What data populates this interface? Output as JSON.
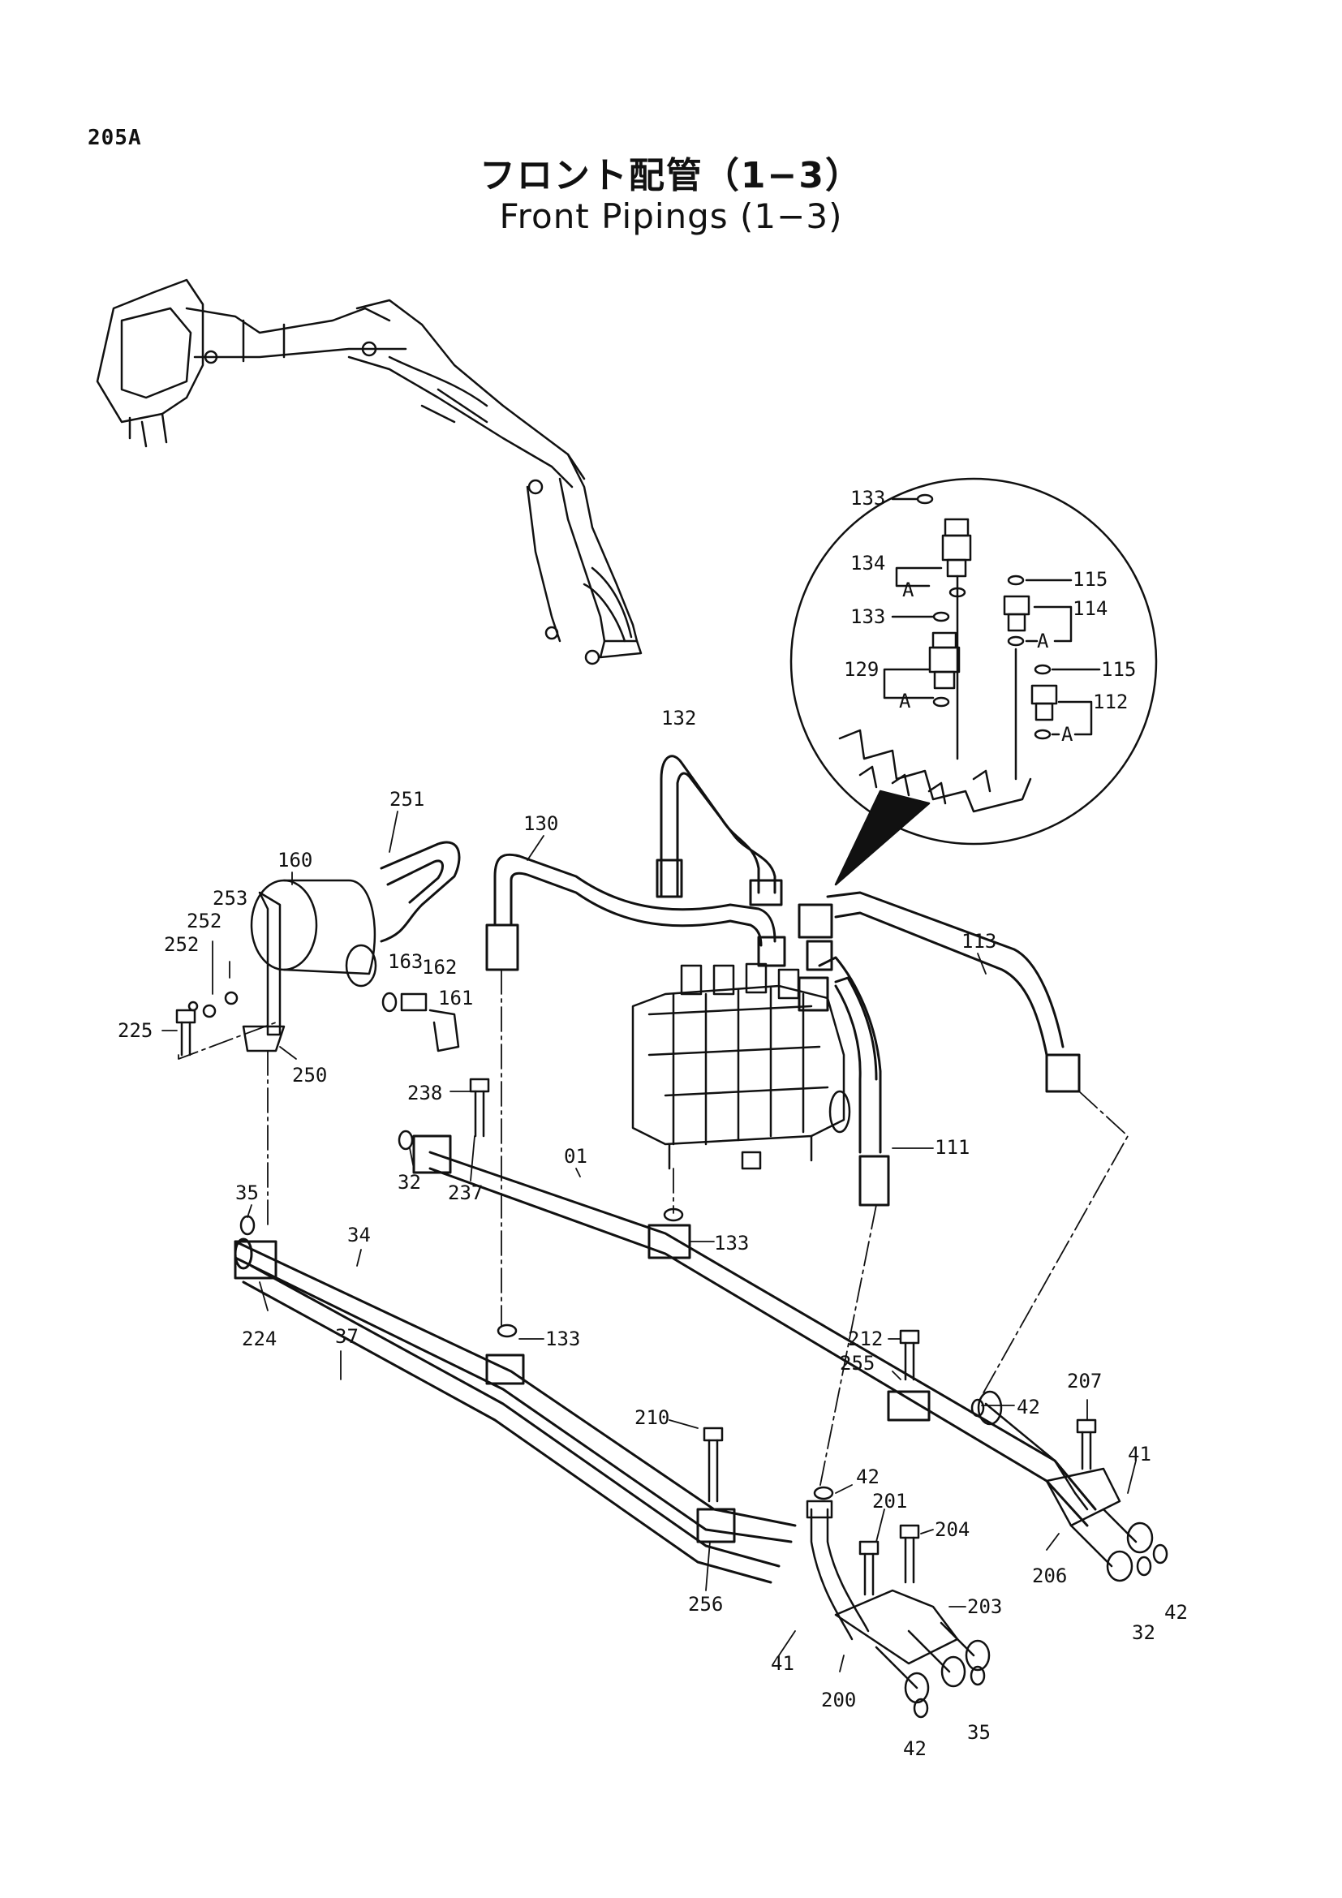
{
  "header": {
    "page_code": "205A",
    "title_jp": "フロント配管（1−3）",
    "title_en": "Front Pipings (1−3)"
  },
  "part_labels": {
    "p133a": "133",
    "p134": "134",
    "pA1": "A",
    "p133b": "133",
    "p129": "129",
    "pA2": "A",
    "p115a": "115",
    "p114": "114",
    "pA3": "A",
    "p115b": "115",
    "p112": "112",
    "pA4": "A",
    "p132": "132",
    "p251": "251",
    "p130": "130",
    "p160": "160",
    "p253": "253",
    "p252a": "252",
    "p252b": "252",
    "p163": "163",
    "p162": "162",
    "p161": "161",
    "p225": "225",
    "p250": "250",
    "p113": "113",
    "p238": "238",
    "p32a": "32",
    "p237": "237",
    "p01": "01",
    "p111": "111",
    "p133c": "133",
    "p35a": "35",
    "p34": "34",
    "p224": "224",
    "p37": "37",
    "p133d": "133",
    "p212": "212",
    "p255": "255",
    "p207": "207",
    "p42a": "42",
    "p41a": "41",
    "p210": "210",
    "p42b": "42",
    "p201": "201",
    "p204": "204",
    "p203": "203",
    "p206": "206",
    "p42c": "42",
    "p32b": "32",
    "p256": "256",
    "p41b": "41",
    "p200": "200",
    "p35b": "35",
    "p42d": "42"
  }
}
